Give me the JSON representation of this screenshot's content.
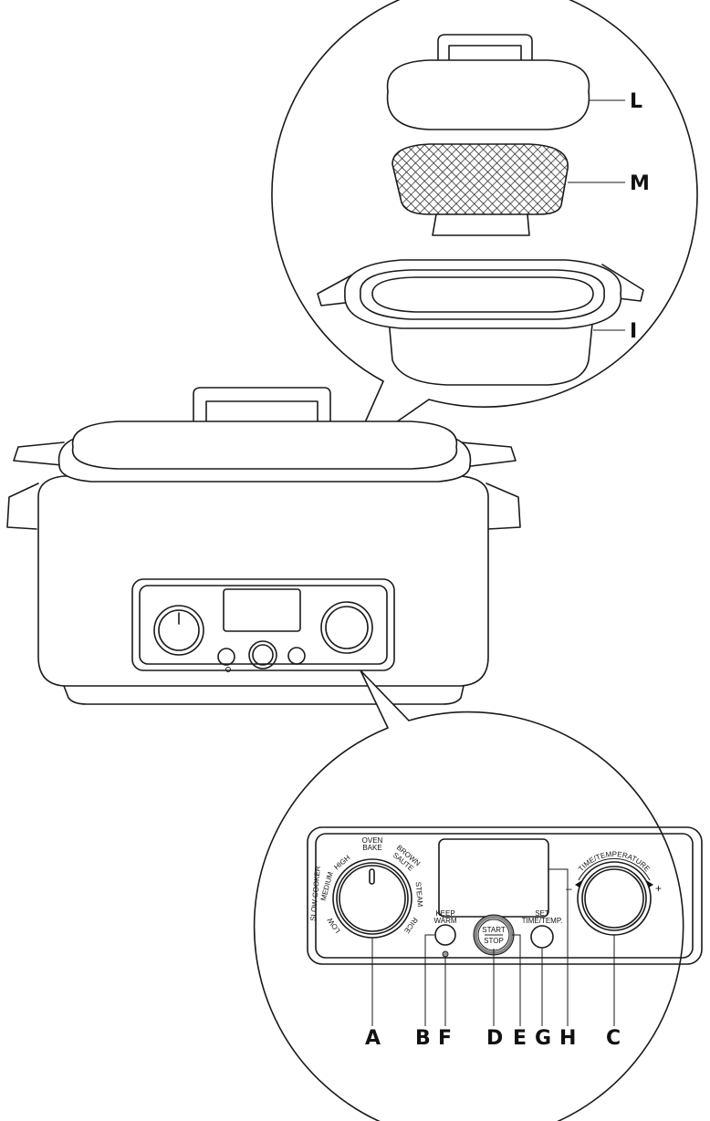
{
  "callouts": {
    "top": [
      "L",
      "M",
      "I"
    ],
    "bottom": [
      "A",
      "B",
      "F",
      "D",
      "E",
      "G",
      "H",
      "C"
    ]
  },
  "panel": {
    "dial_labels": {
      "oven_bake": [
        "OVEN",
        "BAKE"
      ],
      "brown_saute": [
        "BROWN",
        "SAUTE"
      ],
      "steam": "STEAM",
      "rice": "RICE",
      "slow_cooker": "SLOW COOKER",
      "high": "HIGH",
      "medium": "MEDIUM",
      "low": "LOW"
    },
    "keep_warm": [
      "KEEP",
      "WARM"
    ],
    "start_stop": [
      "START",
      "STOP"
    ],
    "set_time_temp": [
      "SET",
      "TIME/TEMP."
    ],
    "time_temperature": "TIME/TEMPERATURE",
    "minus": "–",
    "plus": "+"
  }
}
